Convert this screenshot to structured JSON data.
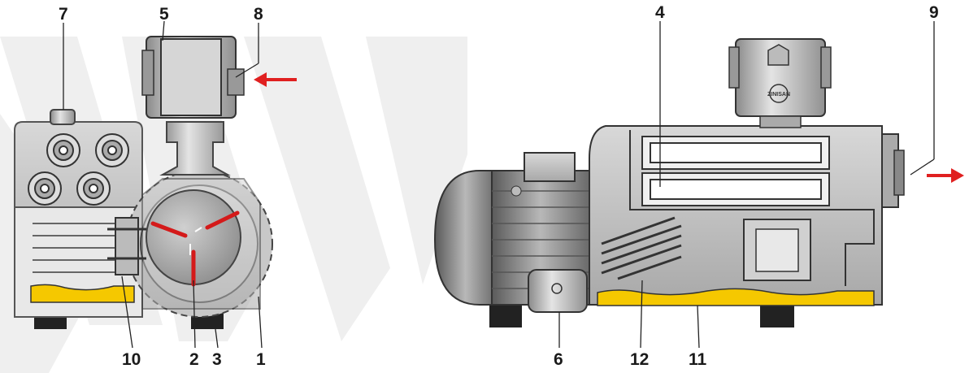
{
  "labels": {
    "l1": "1",
    "l2": "2",
    "l3": "3",
    "l4": "4",
    "l5": "5",
    "l6": "6",
    "l7": "7",
    "l8": "8",
    "l9": "9",
    "l10": "10",
    "l11": "11",
    "l12": "12"
  },
  "logo": "ZINISAN",
  "colors": {
    "oil": "#f5c800",
    "arrow": "#e02020",
    "vane": "#d41a1a",
    "body": "#9a9a9a",
    "foot": "#222222",
    "watermark": "#ececec"
  }
}
